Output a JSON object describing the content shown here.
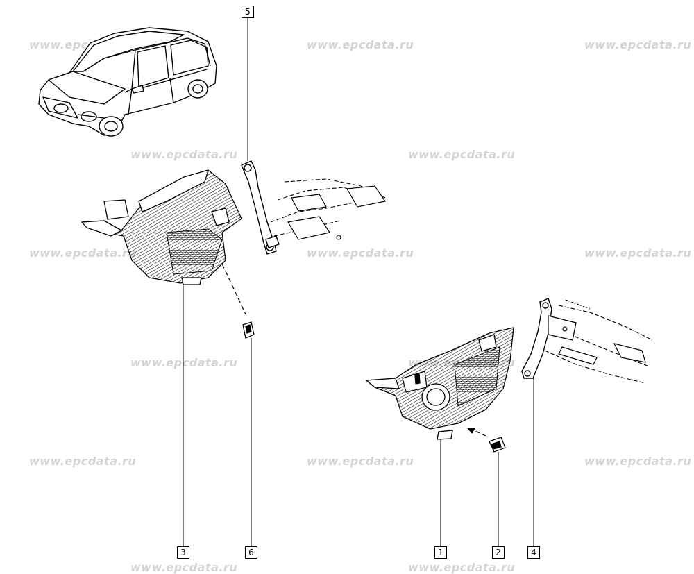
{
  "watermark_text": "www.epcdata.ru",
  "callouts": {
    "part_1": "1",
    "part_2": "2",
    "part_3": "3",
    "part_4": "4",
    "part_5": "5",
    "part_6": "6"
  },
  "colors": {
    "line": "#000000",
    "watermark": "#d4d4d4",
    "background": "#ffffff"
  }
}
